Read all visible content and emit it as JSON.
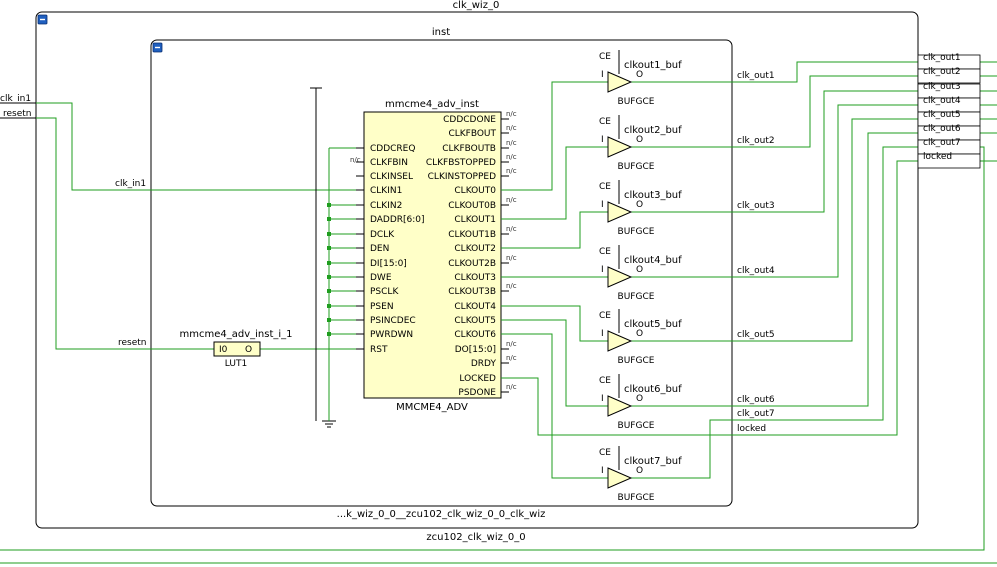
{
  "outer": {
    "title": "clk_wiz_0",
    "caption": "zcu102_clk_wiz_0_0",
    "collapse": "−"
  },
  "inner": {
    "title": "inst",
    "caption": "...k_wiz_0_0__zcu102_clk_wiz_0_0_clk_wiz",
    "collapse": "−"
  },
  "inputs": [
    "clk_in1",
    "resetn"
  ],
  "outputs": [
    "clk_out1",
    "clk_out2",
    "clk_out3",
    "clk_out4",
    "clk_out5",
    "clk_out6",
    "clk_out7",
    "locked"
  ],
  "nets": {
    "clk_in1": "clk_in1",
    "resetn": "resetn",
    "clk_outs": [
      "clk_out1",
      "clk_out2",
      "clk_out3",
      "clk_out4",
      "clk_out5",
      "clk_out6",
      "clk_out7",
      "locked"
    ]
  },
  "mmcm": {
    "name": "mmcme4_adv_inst",
    "type": "MMCME4_ADV",
    "left_pins": [
      "CDDCREQ",
      "CLKFBIN",
      "CLKINSEL",
      "CLKIN1",
      "CLKIN2",
      "DADDR[6:0]",
      "DCLK",
      "DEN",
      "DI[15:0]",
      "DWE",
      "PSCLK",
      "PSEN",
      "PSINCDEC",
      "PWRDWN",
      "RST"
    ],
    "right_pins": [
      "CDDCDONE",
      "CLKFBOUT",
      "CLKFBOUTB",
      "CLKFBSTOPPED",
      "CLKINSTOPPED",
      "CLKOUT0",
      "CLKOUT0B",
      "CLKOUT1",
      "CLKOUT1B",
      "CLKOUT2",
      "CLKOUT2B",
      "CLKOUT3",
      "CLKOUT3B",
      "CLKOUT4",
      "CLKOUT5",
      "CLKOUT6",
      "DO[15:0]",
      "DRDY",
      "LOCKED",
      "PSDONE"
    ],
    "nc": "n/c"
  },
  "lut": {
    "name": "mmcme4_adv_inst_i_1",
    "type": "LUT1",
    "in": "I0",
    "out": "O"
  },
  "buffers": [
    {
      "name": "clkout1_buf",
      "type": "BUFGCE",
      "ce": "CE",
      "i": "I",
      "o": "O"
    },
    {
      "name": "clkout2_buf",
      "type": "BUFGCE",
      "ce": "CE",
      "i": "I",
      "o": "O"
    },
    {
      "name": "clkout3_buf",
      "type": "BUFGCE",
      "ce": "CE",
      "i": "I",
      "o": "O"
    },
    {
      "name": "clkout4_buf",
      "type": "BUFGCE",
      "ce": "CE",
      "i": "I",
      "o": "O"
    },
    {
      "name": "clkout5_buf",
      "type": "BUFGCE",
      "ce": "CE",
      "i": "I",
      "o": "O"
    },
    {
      "name": "clkout6_buf",
      "type": "BUFGCE",
      "ce": "CE",
      "i": "I",
      "o": "O"
    },
    {
      "name": "clkout7_buf",
      "type": "BUFGCE",
      "ce": "CE",
      "i": "I",
      "o": "O"
    }
  ],
  "colors": {
    "wire": "#1f9e1f",
    "block_fill": "#ffffc8",
    "collapse": "#1f5fbf"
  }
}
